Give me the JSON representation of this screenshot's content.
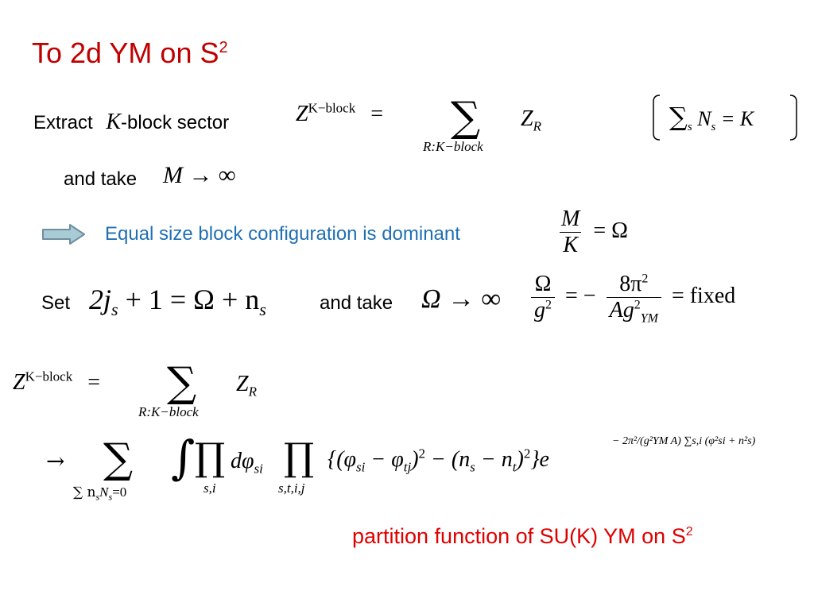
{
  "slide": {
    "title": "To 2d YM on S",
    "title_sup": "2",
    "colors": {
      "title": "#c00000",
      "blue_text": "#1f6fb5",
      "red_text": "#e00000",
      "arrow_fill": "#a9cbd6",
      "arrow_stroke": "#6e8fa0"
    }
  },
  "row1": {
    "extract_label": "Extract",
    "K_symbol": "K",
    "block_sector_label": "-block sector",
    "Z": "Z",
    "Z_sup": "K−block",
    "eq": "=",
    "sum_symbol": "∑",
    "sum_sub": "R:K−block",
    "ZR": "Z",
    "ZR_sub": "R",
    "constraint_sum": "∑",
    "constraint_sub": "s",
    "constraint_N": "N",
    "constraint_N_sub": "s",
    "constraint_rhs": "= K"
  },
  "row2": {
    "and_take_label": "and take",
    "limit_expr": "M → ∞"
  },
  "row3": {
    "dominant_text": "Equal size block configuration is dominant",
    "frac_num": "M",
    "frac_den": "K",
    "rhs": "= Ω"
  },
  "row4": {
    "set_label": "Set",
    "set_expr": "2j",
    "set_expr_sub": "s",
    "set_expr_rest": " + 1 = Ω + n",
    "set_expr_rest_sub": "s",
    "and_take_label": "and take",
    "limit_expr": "Ω → ∞",
    "frac1_num": "Ω",
    "frac1_den": "g",
    "frac1_den_sup": "2",
    "eq_minus": "= −",
    "frac2_num": "8π",
    "frac2_num_sup": "2",
    "frac2_den": "Ag",
    "frac2_den_sup": "2",
    "frac2_den_sub": "YM",
    "eq_fixed": "= fixed"
  },
  "row5": {
    "Z": "Z",
    "Z_sup": "K−block",
    "eq": "=",
    "sum_symbol": "∑",
    "sum_sub": "R:K−block",
    "ZR": "Z",
    "ZR_sub": "R"
  },
  "row6": {
    "arrow": "→",
    "sum_symbol": "∑",
    "sum_sub": "∑ n",
    "sum_sub_s": "s",
    "sum_sub_N": "N",
    "sum_sub_N_s": "s",
    "sum_sub_rest": "=0",
    "integral": "∫",
    "prod1": "∏",
    "prod1_sub": "s,i",
    "dphi": "dφ",
    "dphi_sub": "si",
    "prod2": "∏",
    "prod2_sub": "s,t,i,j",
    "brace_expr_1": "{(φ",
    "brace_sub_1": "si",
    "brace_expr_2": " − φ",
    "brace_sub_2": "tj",
    "brace_expr_3": ")",
    "brace_sup_3": "2",
    "brace_expr_4": " − (n",
    "brace_sub_4": "s",
    "brace_expr_5": " − n",
    "brace_sub_5": "t",
    "brace_expr_6": ")",
    "brace_sup_6": "2",
    "brace_expr_7": "}e",
    "exp_text": "− 2π²/(g²YM A) ∑s,i (φ²si + n²s)"
  },
  "footer": {
    "caption": "partition function of SU(K) YM on S",
    "caption_sup": "2"
  }
}
